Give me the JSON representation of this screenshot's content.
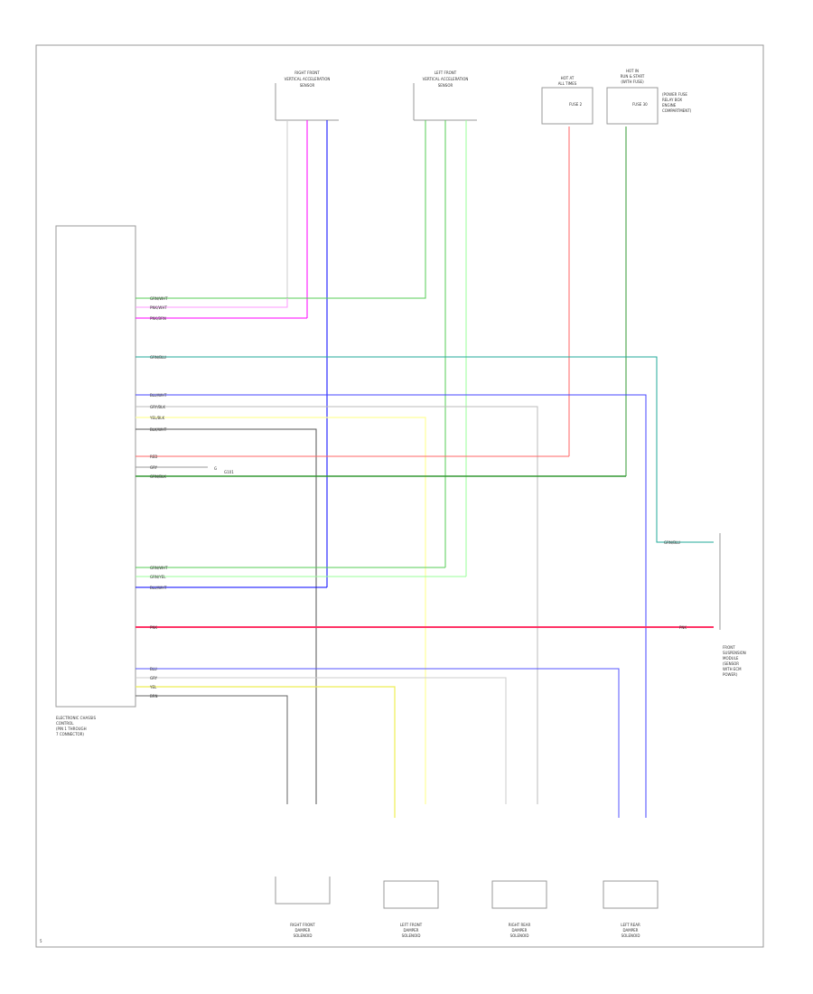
{
  "diagram": {
    "ecm_label": [
      "ELECTRONIC CHASSIS",
      "CONTROL",
      "(PIN 1 THROUGH",
      "7 CONNECTOR)"
    ],
    "front_sensors": [
      {
        "id": "rf",
        "label": [
          "RIGHT FRONT",
          "VERTICAL ACCELERATION",
          "SENSOR"
        ]
      },
      {
        "id": "lf",
        "label": [
          "LEFT FRONT",
          "VERTICAL ACCELERATION",
          "SENSOR"
        ]
      }
    ],
    "fuse_box": {
      "label": [
        "HOT AT",
        "ALL TIMES"
      ],
      "fuse": "FUSE 2"
    },
    "ign_box": {
      "label": [
        "HOT IN",
        "RUN & START",
        "(WITH FUSE)"
      ],
      "fuse": "FUSE 30"
    },
    "ign_note": [
      "(POWER FUSE",
      "RELAY BOX",
      "ENGINE",
      "COMPARTMENT)"
    ],
    "right_module_label": [
      "FRONT",
      "SUSPENSION",
      "MODULE",
      "(SENSOR",
      "WITH ECM",
      "POWER)"
    ],
    "bottom_sensors": [
      {
        "id": "rf-damper",
        "label": [
          "RIGHT FRONT",
          "DAMPER",
          "SOLENOID"
        ]
      },
      {
        "id": "lf-damper",
        "label": [
          "LEFT FRONT",
          "DAMPER",
          "SOLENOID"
        ]
      },
      {
        "id": "rr-damper",
        "label": [
          "RIGHT REAR",
          "DAMPER",
          "SOLENOID"
        ]
      },
      {
        "id": "lr-damper",
        "label": [
          "LEFT REAR",
          "DAMPER",
          "SOLENOID"
        ]
      }
    ],
    "wire_labels": {
      "w1": "GRN/WHT",
      "w2": "PNK/WHT",
      "w3": "PNK/BRN",
      "w4": "GRN/BLU",
      "w5": "BLU/WHT",
      "w6": "GRY/BLK",
      "w7": "YEL/BLK",
      "w8": "BLK/WHT",
      "w9": "RED",
      "w10": "GRY",
      "w11": "GRN/BLK",
      "w12": "GRN/WHT",
      "w13": "GRN/YEL",
      "w14": "BLU/WHT",
      "w15": "PNK",
      "w16": "BLU",
      "w17": "GRY",
      "w18": "YEL",
      "w19": "BRN",
      "right_w4": "GRN/BLU",
      "right_w15": "PNK",
      "g_note": "G",
      "ecm_ground": "G101"
    },
    "footer_code": "5"
  }
}
